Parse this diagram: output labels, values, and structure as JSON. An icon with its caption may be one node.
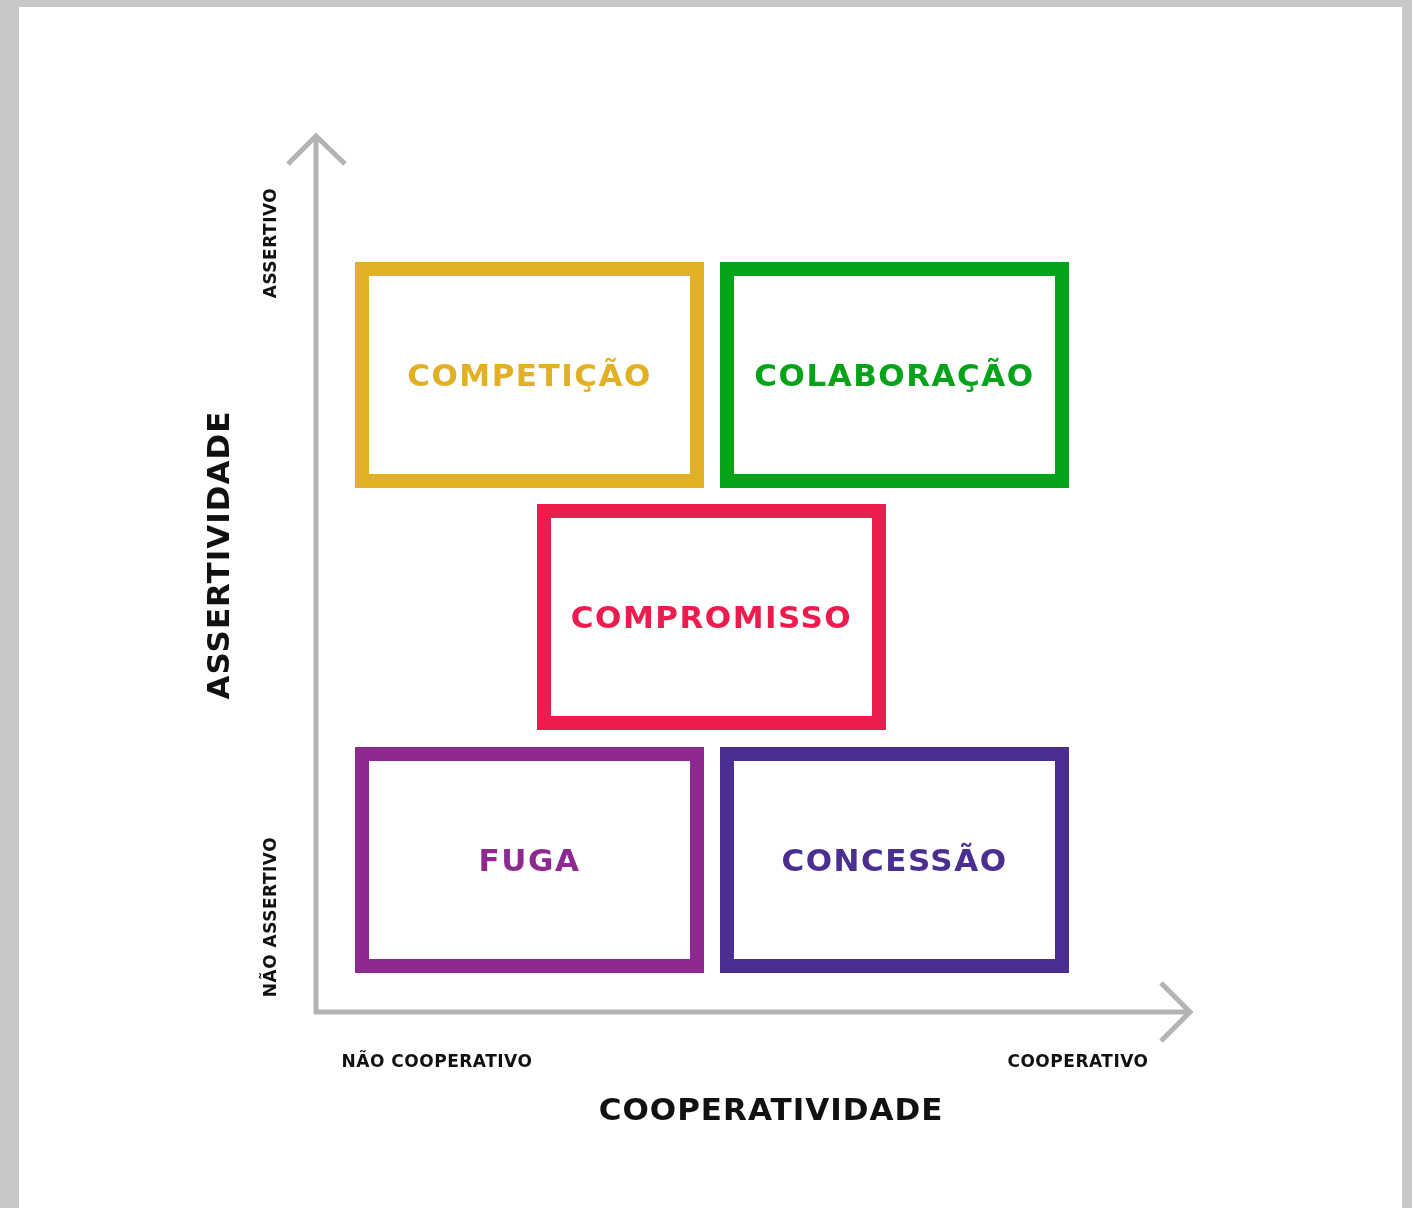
{
  "diagram": {
    "nodes": [
      {
        "text": [
          "COMPETIÇÃO"
        ]
      },
      {
        "text": [
          "COLABORAÇÃO"
        ]
      },
      {
        "text": [
          "COMPROMISSO"
        ]
      },
      {
        "text": [
          "FUGA"
        ]
      },
      {
        "text": [
          "CONCESSÃO"
        ]
      }
    ],
    "labels": [
      "ASSERTIVO",
      "ASSERTIVIDADE",
      "NÃO ASSERTIVO",
      "NÃO COOPERATIVO",
      "COOPERATIVO",
      "COOPERATIVIDADE"
    ]
  }
}
